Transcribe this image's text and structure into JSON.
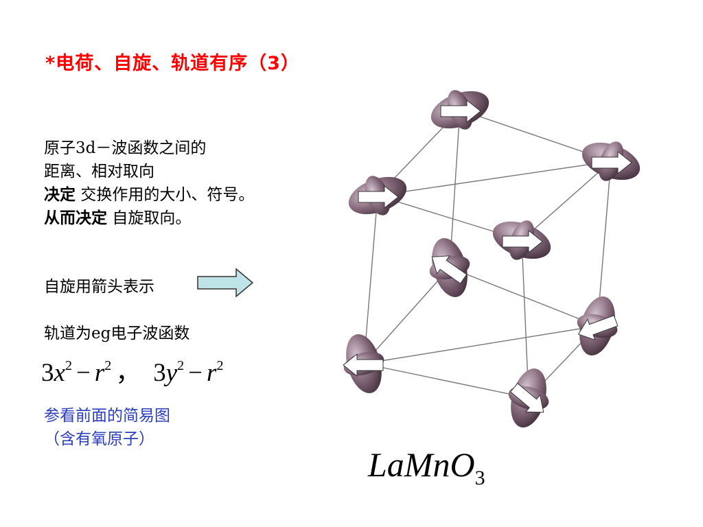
{
  "title": "*电荷、自旋、轨道有序（3）",
  "description": {
    "line1": "原子3d－波函数之间的",
    "line2": "距离、相对取向",
    "line3_bold": "决定",
    "line3_rest": "交换作用的大小、符号。",
    "line4_bold": "从而决定",
    "line4_rest": "自旋取向。"
  },
  "spin_arrow_caption": "自旋用箭头表示",
  "orbital_caption": "轨道为eg电子波函数",
  "formula": {
    "term1_coef": "3",
    "term1_var": "x",
    "term1_exp": "2",
    "minus1": "−",
    "term1_r": "r",
    "term1_r_exp": "2",
    "separator": "，",
    "term2_coef": "3",
    "term2_var": "y",
    "term2_exp": "2",
    "minus2": "−",
    "term2_r": "r",
    "term2_r_exp": "2"
  },
  "note": {
    "line1": "参看前面的简易图",
    "line2": "（含有氧原子）"
  },
  "compound": {
    "main": "LaMnO",
    "subscript": "3"
  },
  "colors": {
    "title": "#ff0000",
    "note": "#2a3dbf",
    "arrow_fill": "#bfe3e6",
    "orbital": "#8a6e80",
    "lattice_line": "#777777"
  },
  "icons": {
    "spin_arrow": "right-arrow-icon",
    "orbital": "d-orbital-lobe-icon"
  }
}
